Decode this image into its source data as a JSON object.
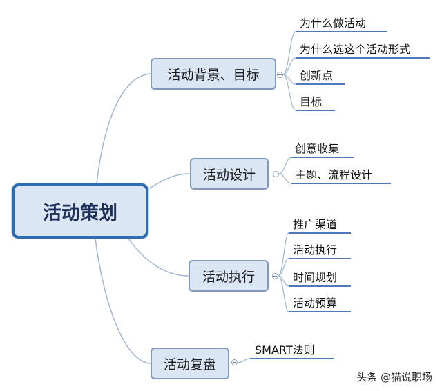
{
  "mindmap": {
    "root": "活动策划",
    "branches": [
      {
        "label": "活动背景、目标",
        "children": [
          "为什么做活动",
          "为什么选这个活动形式",
          "创新点",
          "目标"
        ]
      },
      {
        "label": "活动设计",
        "children": [
          "创意收集",
          "主题、流程设计"
        ]
      },
      {
        "label": "活动执行",
        "children": [
          "推广渠道",
          "活动执行",
          "时间规划",
          "活动预算"
        ]
      },
      {
        "label": "活动复盘",
        "children": [
          "SMART法则"
        ]
      }
    ]
  },
  "colors": {
    "node_fill": "#dbe6f4",
    "node_border": "#7f98bc",
    "root_border": "#2e6db2",
    "connector": "#9fb5d2",
    "leaf_underline": "#4e78b8"
  },
  "watermark": "头条 @猫说职场"
}
